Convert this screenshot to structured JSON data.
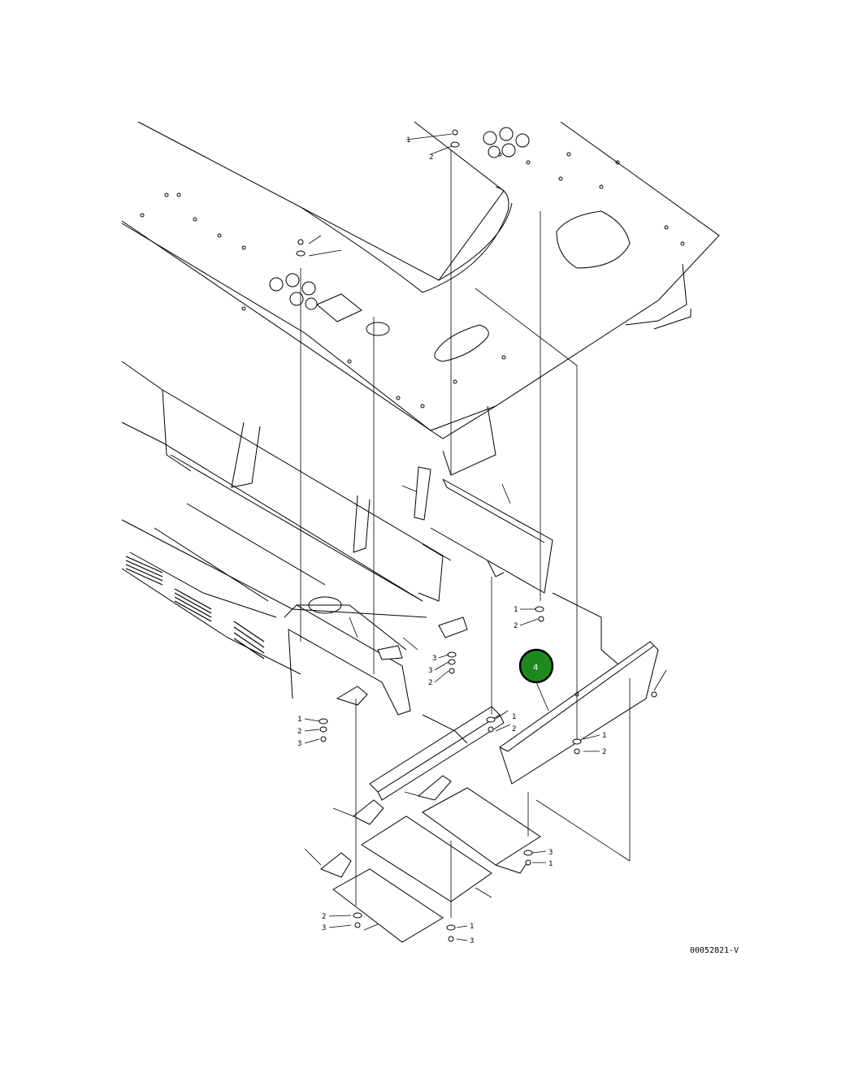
{
  "diagram": {
    "document_code": "00052821-V",
    "highlight_badge": {
      "label": "4",
      "color": "#1e8a1e",
      "ring_color": "#000000"
    },
    "callout_numbers": [
      "1",
      "2",
      "1",
      "2",
      "3",
      "3",
      "2",
      "1",
      "2",
      "3",
      "1",
      "2",
      "3",
      "1",
      "2",
      "3",
      "1",
      "3",
      "1",
      "2"
    ]
  }
}
